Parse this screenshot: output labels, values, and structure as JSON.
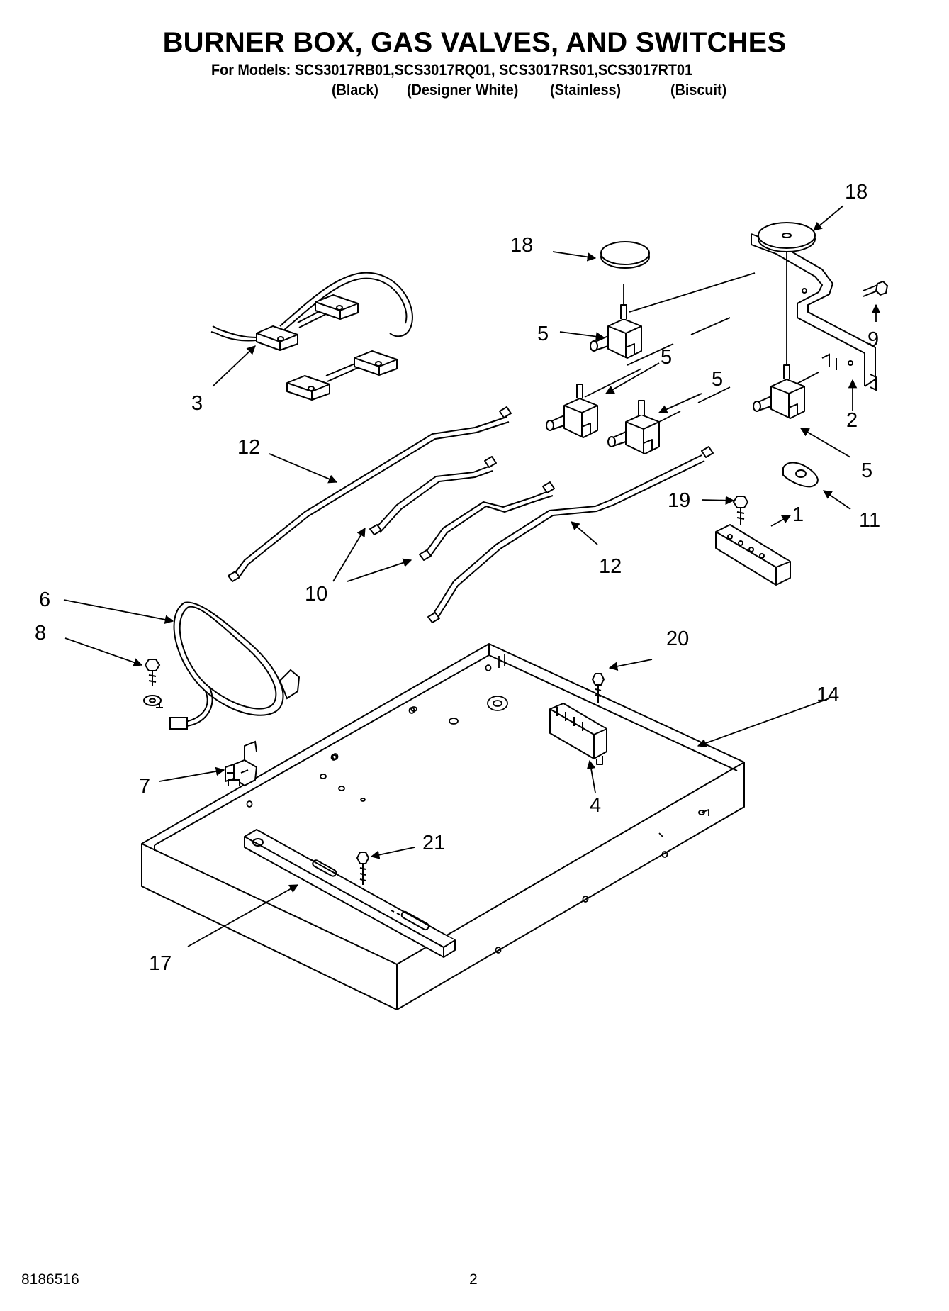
{
  "header": {
    "title": "BURNER BOX, GAS VALVES, AND SWITCHES",
    "models_line": "For Models: SCS3017RB01,SCS3017RQ01, SCS3017RS01,SCS3017RT01",
    "color_labels": [
      "(Black)",
      "(Designer White)",
      "(Stainless)",
      "(Biscuit)"
    ]
  },
  "callouts": {
    "c1": "1",
    "c2": "2",
    "c3": "3",
    "c4": "4",
    "c5a": "5",
    "c5b": "5",
    "c5c": "5",
    "c5d": "5",
    "c6": "6",
    "c7": "7",
    "c8": "8",
    "c9": "9",
    "c10": "10",
    "c11": "11",
    "c12a": "12",
    "c12b": "12",
    "c14": "14",
    "c17": "17",
    "c18a": "18",
    "c18b": "18",
    "c19": "19",
    "c20": "20",
    "c21": "21"
  },
  "footer": {
    "doc_number": "8186516",
    "page_number": "2"
  }
}
